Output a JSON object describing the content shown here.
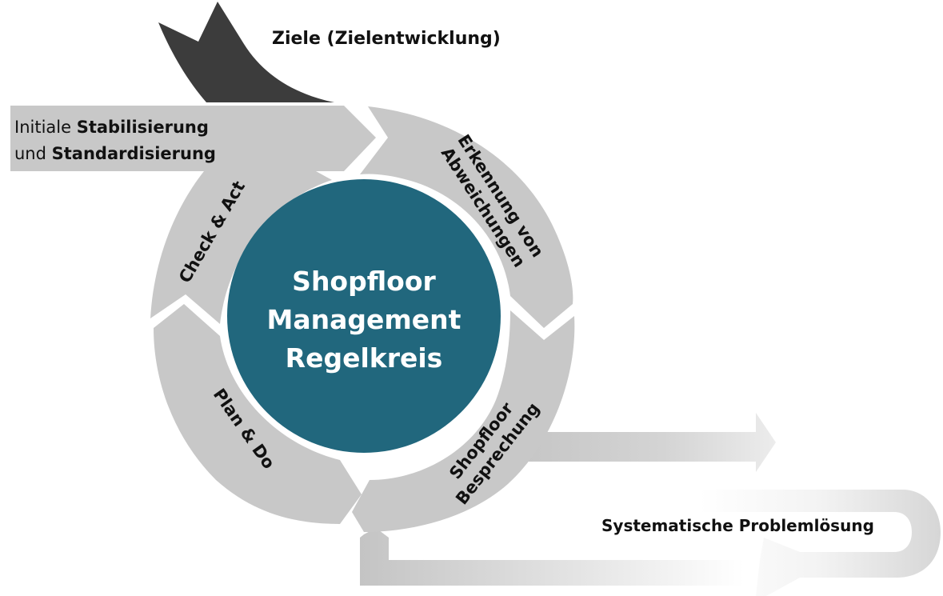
{
  "goal_label": "Ziele (Zielentwicklung)",
  "initial": {
    "line1_normal": "Initiale ",
    "line1_bold": "Stabilisierung",
    "line2_normal": "und ",
    "line2_bold": "Standardisierung"
  },
  "center": {
    "line1": "Shopfloor",
    "line2": "Management",
    "line3": "Regelkreis"
  },
  "segments": {
    "erkennung_line1": "Erkennung von",
    "erkennung_line2": "Abweichungen",
    "check": "Check & Act",
    "plan": "Plan & Do",
    "shopfloor_line1": "Shopfloor",
    "shopfloor_line2": "Besprechung"
  },
  "problem_label": "Systematische Problemlösung",
  "colors": {
    "center_fill": "#21677d",
    "ring_fill": "#c8c8c8",
    "goal_arrow": "#3a3a3a"
  }
}
